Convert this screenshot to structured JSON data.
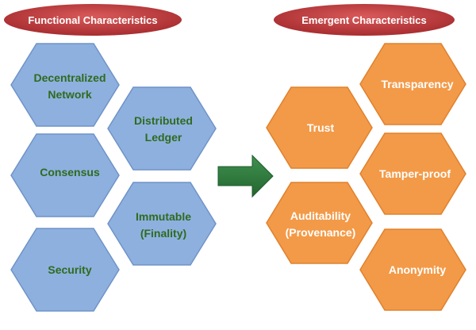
{
  "left_group": {
    "title": "Functional Characteristics",
    "items": [
      {
        "line1": "Decentralized",
        "line2": "Network"
      },
      {
        "line1": "Distributed",
        "line2": "Ledger"
      },
      {
        "line1": "Consensus",
        "line2": ""
      },
      {
        "line1": "Immutable",
        "line2": "(Finality)"
      },
      {
        "line1": "Security",
        "line2": ""
      }
    ]
  },
  "right_group": {
    "title": "Emergent  Characteristics",
    "items": [
      {
        "line1": "Transparency",
        "line2": ""
      },
      {
        "line1": "Trust",
        "line2": ""
      },
      {
        "line1": "Tamper-proof",
        "line2": ""
      },
      {
        "line1": "Auditability",
        "line2": "(Provenance)"
      },
      {
        "line1": "Anonymity",
        "line2": ""
      }
    ]
  },
  "colors": {
    "title_fill": "#c0393b",
    "title_text": "#ffffff",
    "blue_fill": "#8eb0df",
    "blue_stroke": "#6f93c8",
    "blue_text": "#2f6b1e",
    "orange_fill": "#f39a48",
    "orange_stroke": "#e0812d",
    "orange_text": "#ffffff",
    "arrow_fill": "#2e7d3e",
    "arrow_stroke": "#1f5a2b"
  }
}
